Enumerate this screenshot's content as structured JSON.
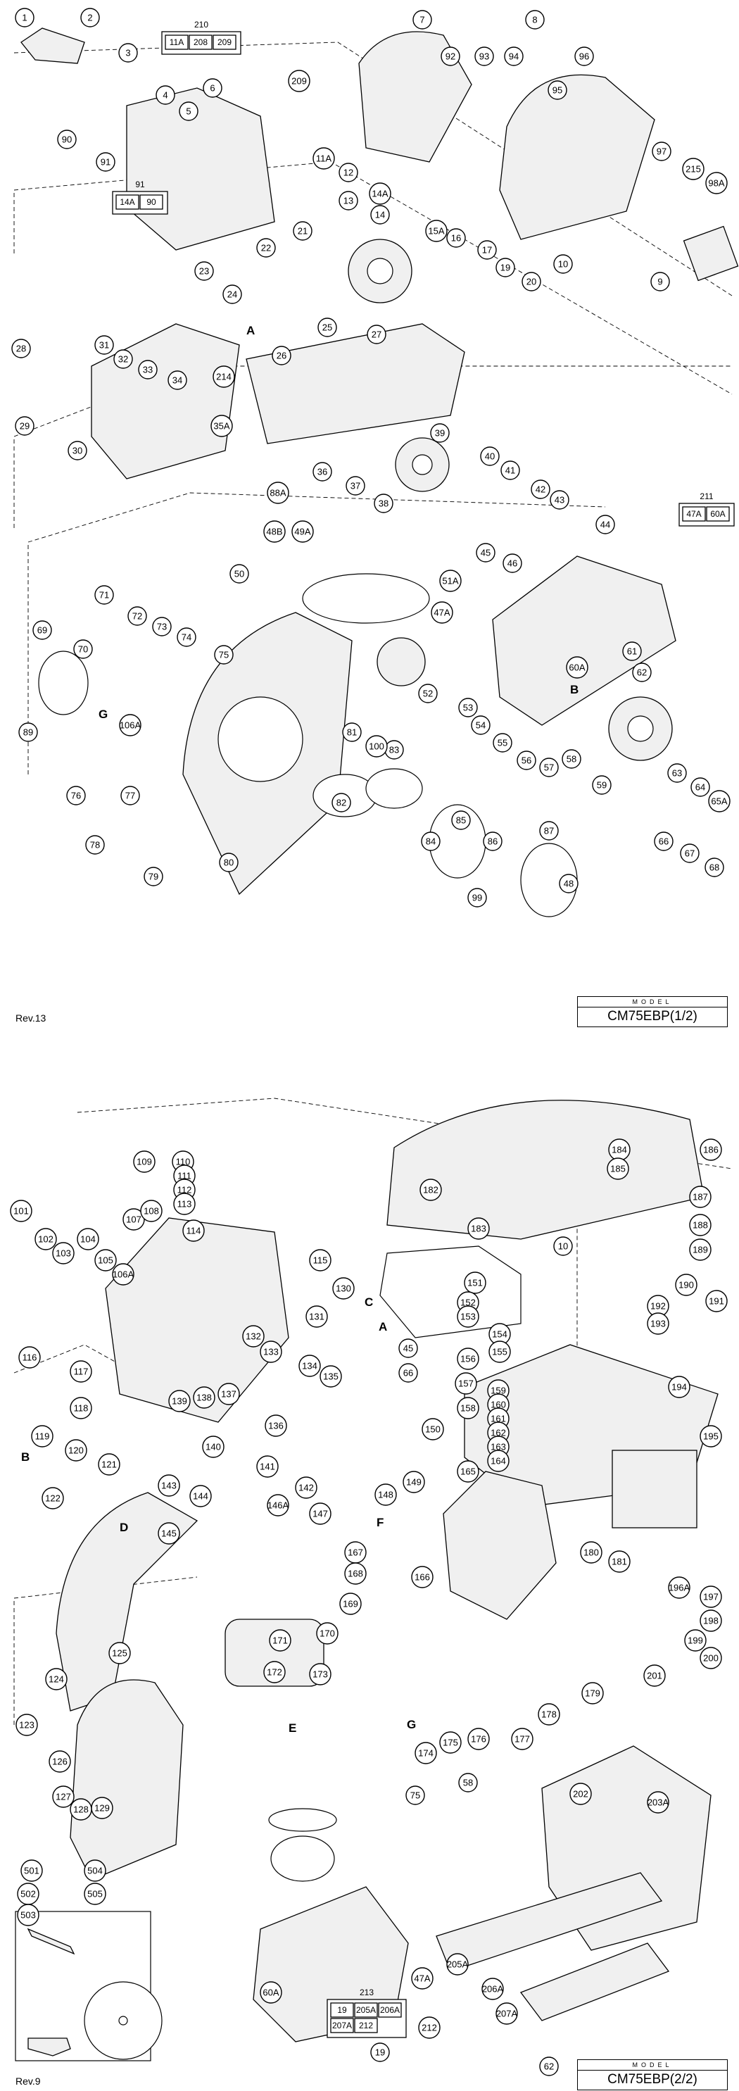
{
  "sheet1": {
    "revision": "Rev.13",
    "model_caption": "MODEL",
    "model": "CM75EBP(1/2)",
    "callouts": [
      "1",
      "2",
      "3",
      "4",
      "5",
      "6",
      "7",
      "8",
      "9",
      "10",
      "11A",
      "12",
      "13",
      "14",
      "14A",
      "15A",
      "16",
      "17",
      "19",
      "20",
      "21",
      "22",
      "23",
      "24",
      "25",
      "26",
      "27",
      "28",
      "29",
      "30",
      "31",
      "32",
      "33",
      "34",
      "35A",
      "36",
      "37",
      "38",
      "39",
      "40",
      "41",
      "42",
      "43",
      "44",
      "45",
      "46",
      "47A",
      "48",
      "48B",
      "49A",
      "50",
      "51A",
      "52",
      "53",
      "54",
      "55",
      "56",
      "57",
      "58",
      "59",
      "60A",
      "61",
      "62",
      "63",
      "64",
      "65A",
      "66",
      "67",
      "68",
      "69",
      "70",
      "71",
      "72",
      "73",
      "74",
      "75",
      "76",
      "77",
      "78",
      "79",
      "80",
      "81",
      "82",
      "83",
      "84",
      "85",
      "86",
      "87",
      "88A",
      "89",
      "90",
      "91",
      "92",
      "93",
      "94",
      "95",
      "96",
      "97",
      "98A",
      "99",
      "100",
      "106A",
      "209",
      "214",
      "215"
    ],
    "groups": [
      {
        "label": "210",
        "items": [
          "11A",
          "208",
          "209"
        ]
      },
      {
        "label": "91",
        "items": [
          "14A",
          "90"
        ]
      },
      {
        "label": "211",
        "items": [
          "47A",
          "60A"
        ]
      }
    ],
    "letters": [
      "A",
      "B",
      "G"
    ]
  },
  "sheet2": {
    "revision": "Rev.9",
    "model_caption": "MODEL",
    "model": "CM75EBP(2/2)",
    "callouts": [
      "10",
      "19",
      "45",
      "47A",
      "58",
      "60A",
      "62",
      "66",
      "75",
      "101",
      "102",
      "103",
      "104",
      "105",
      "106A",
      "107",
      "108",
      "109",
      "110",
      "111",
      "112",
      "113",
      "114",
      "115",
      "116",
      "117",
      "118",
      "119",
      "120",
      "121",
      "122",
      "123",
      "124",
      "125",
      "126",
      "127",
      "128",
      "129",
      "130",
      "131",
      "132",
      "133",
      "134",
      "135",
      "136",
      "137",
      "138",
      "139",
      "140",
      "141",
      "142",
      "143",
      "144",
      "145",
      "146A",
      "147",
      "148",
      "149",
      "150",
      "151",
      "152",
      "153",
      "154",
      "155",
      "156",
      "157",
      "158",
      "159",
      "160",
      "161",
      "162",
      "163",
      "164",
      "165",
      "166",
      "167",
      "168",
      "169",
      "170",
      "171",
      "172",
      "173",
      "174",
      "175",
      "176",
      "177",
      "178",
      "179",
      "180",
      "181",
      "182",
      "183",
      "184",
      "185",
      "186",
      "187",
      "188",
      "189",
      "190",
      "191",
      "192",
      "193",
      "194",
      "195",
      "196A",
      "197",
      "198",
      "199",
      "200",
      "201",
      "202",
      "203A",
      "205A",
      "206A",
      "207A",
      "212",
      "501",
      "502",
      "503",
      "504",
      "505"
    ],
    "groups": [
      {
        "label": "213",
        "items": [
          "19",
          "205A",
          "206A",
          "207A",
          "212"
        ]
      }
    ],
    "letters": [
      "A",
      "B",
      "C",
      "D",
      "E",
      "F",
      "G"
    ]
  },
  "colors": {
    "ink": "#000000",
    "paper": "#ffffff",
    "part_fill": "#f0f0f0"
  }
}
